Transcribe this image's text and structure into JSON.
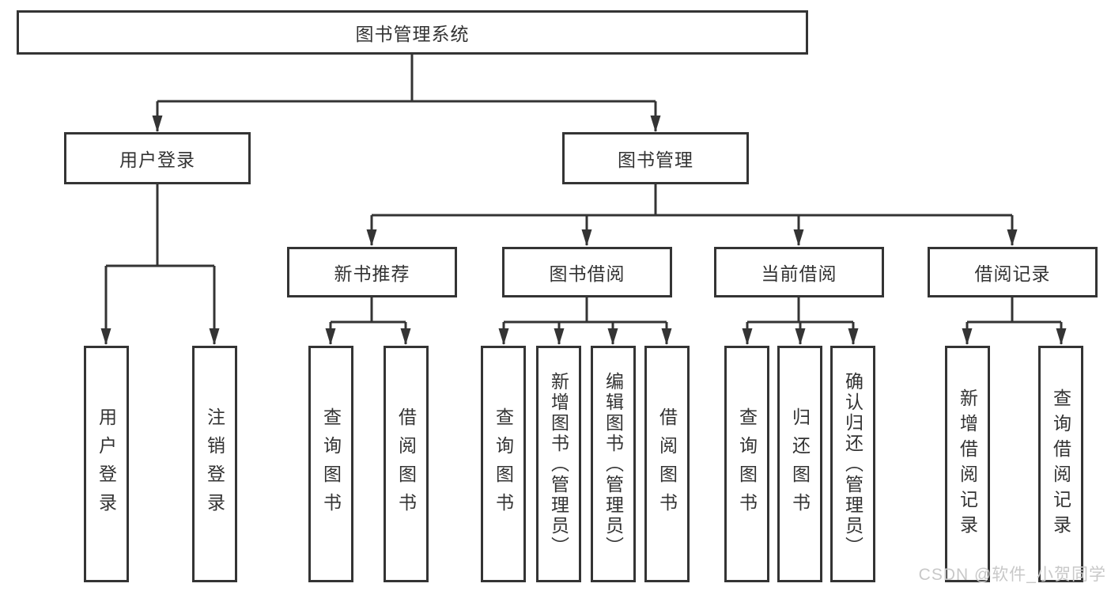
{
  "tree": {
    "label": "图书管理系统",
    "children": [
      {
        "label": "用户登录",
        "children": [
          {
            "label": "用户登录"
          },
          {
            "label": "注销登录"
          }
        ]
      },
      {
        "label": "图书管理",
        "children": [
          {
            "label": "新书推荐",
            "children": [
              {
                "label": "查询图书"
              },
              {
                "label": "借阅图书"
              }
            ]
          },
          {
            "label": "图书借阅",
            "children": [
              {
                "label": "查询图书"
              },
              {
                "label": "新增图书（管理员）"
              },
              {
                "label": "编辑图书（管理员）"
              },
              {
                "label": "借阅图书"
              }
            ]
          },
          {
            "label": "当前借阅",
            "children": [
              {
                "label": "查询图书"
              },
              {
                "label": "归还图书"
              },
              {
                "label": "确认归还（管理员）"
              }
            ]
          },
          {
            "label": "借阅记录",
            "children": [
              {
                "label": "新增借阅记录"
              },
              {
                "label": "查询借阅记录"
              }
            ]
          }
        ]
      }
    ]
  },
  "watermark": "CSDN @软件_小贺同学",
  "colors": {
    "line": "#343434",
    "box_border": "#343434",
    "text": "#333333",
    "watermark": "#c8c8c8",
    "background": "#ffffff"
  }
}
